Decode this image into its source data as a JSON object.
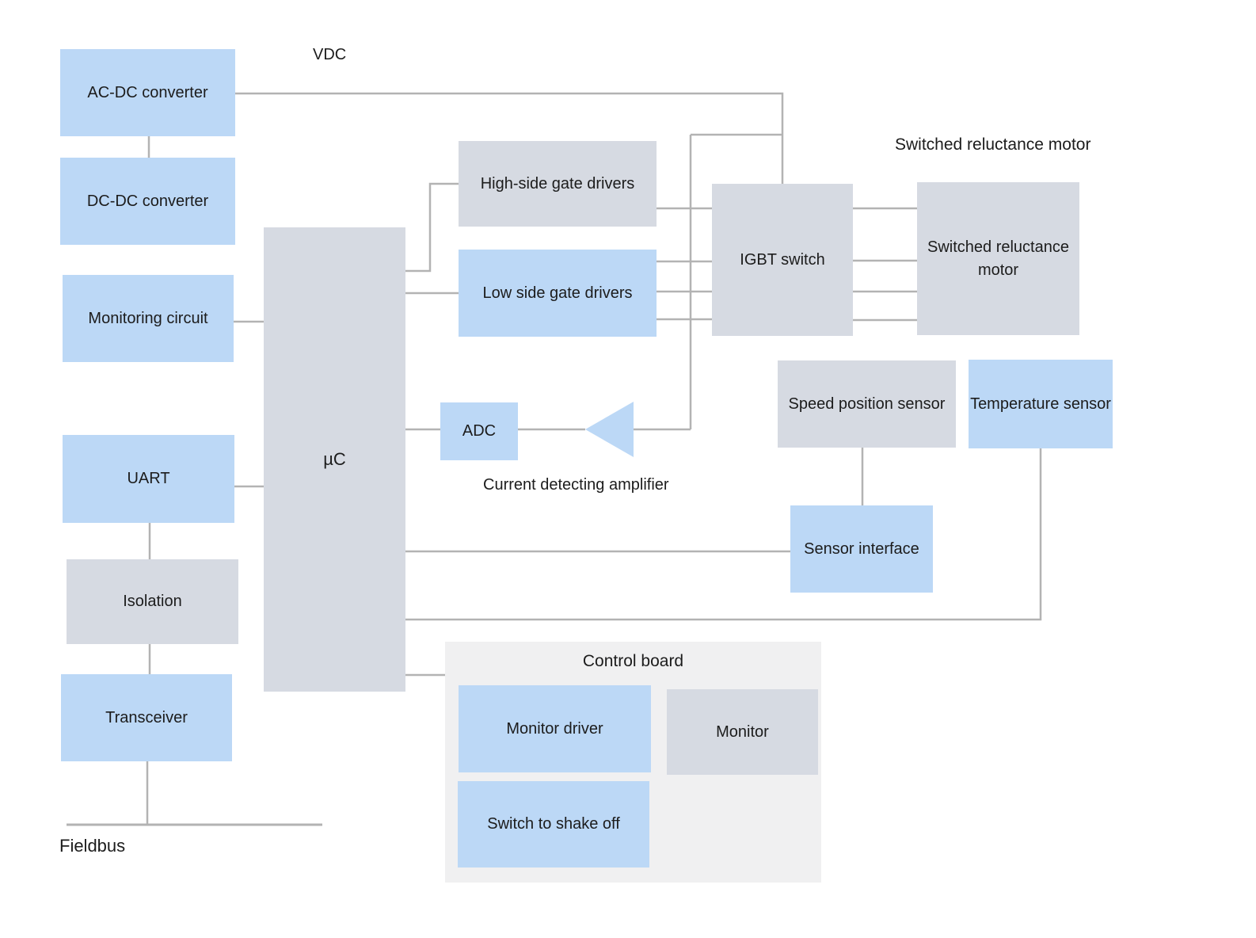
{
  "labels": {
    "vdc": "VDC",
    "srm_caption": "Switched reluctance motor",
    "current_amp_caption": "Current detecting amplifier",
    "fieldbus": "Fieldbus"
  },
  "nodes": {
    "ac_dc_converter": {
      "label": "AC-DC converter",
      "color": "blue"
    },
    "dc_dc_converter": {
      "label": "DC-DC converter",
      "color": "blue"
    },
    "monitoring_circuit": {
      "label": "Monitoring circuit",
      "color": "blue"
    },
    "uart": {
      "label": "UART",
      "color": "blue"
    },
    "isolation": {
      "label": "Isolation",
      "color": "gray"
    },
    "transceiver": {
      "label": "Transceiver",
      "color": "blue"
    },
    "microcontroller": {
      "label": "µC",
      "color": "gray"
    },
    "high_side_gate_drivers": {
      "label": "High-side gate drivers",
      "color": "gray"
    },
    "low_side_gate_drivers": {
      "label": "Low side gate drivers",
      "color": "blue"
    },
    "adc": {
      "label": "ADC",
      "color": "blue"
    },
    "igbt_switch": {
      "label": "IGBT switch",
      "color": "gray"
    },
    "switched_reluctance_motor": {
      "label": "Switched reluctance motor",
      "color": "gray"
    },
    "speed_position_sensor": {
      "label": "Speed  position sensor",
      "color": "gray"
    },
    "temperature_sensor": {
      "label": "Temperature sensor",
      "color": "blue"
    },
    "sensor_interface": {
      "label": "Sensor interface",
      "color": "blue"
    },
    "control_board": {
      "label": "Control board",
      "color": "board"
    },
    "monitor_driver": {
      "label": "Monitor driver",
      "color": "blue"
    },
    "monitor": {
      "label": "Monitor",
      "color": "gray"
    },
    "switch_to_shake_off": {
      "label": "Switch to shake off",
      "color": "blue"
    }
  },
  "colors": {
    "node_blue": "#bcd8f6",
    "node_gray": "#d6dae2",
    "board_background": "#f0f0f1",
    "connector": "#b3b3b3",
    "text": "#1c1c1c"
  }
}
